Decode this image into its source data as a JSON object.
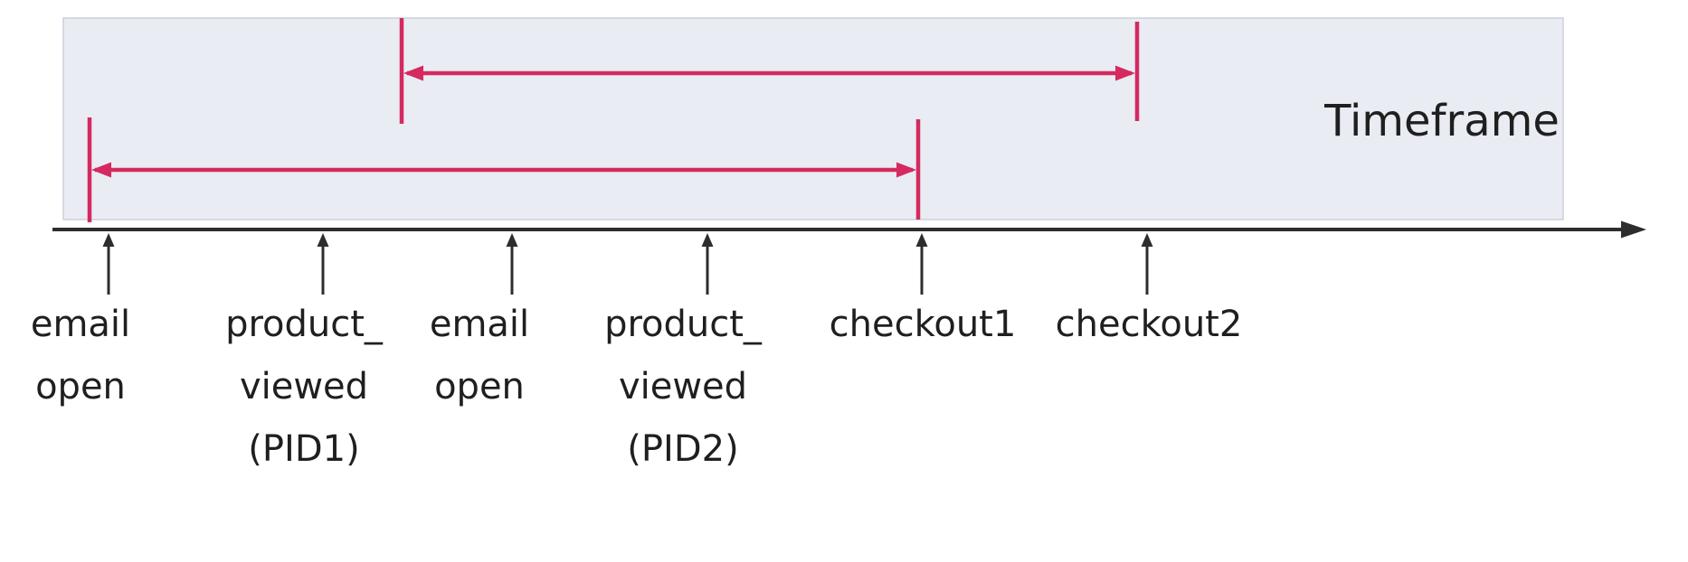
{
  "diagram": {
    "type": "event-timeline",
    "timeframe_label": "Timeframe"
  },
  "events": [
    {
      "id": "email-open-1",
      "lines": [
        "email",
        "open"
      ]
    },
    {
      "id": "product-viewed-pid1",
      "lines": [
        "product_",
        "viewed",
        "(PID1)"
      ]
    },
    {
      "id": "email-open-2",
      "lines": [
        "email",
        "open"
      ]
    },
    {
      "id": "product-viewed-pid2",
      "lines": [
        "product_",
        "viewed",
        "(PID2)"
      ]
    },
    {
      "id": "checkout1",
      "lines": [
        "checkout1"
      ]
    },
    {
      "id": "checkout2",
      "lines": [
        "checkout2"
      ]
    }
  ],
  "ranges": [
    {
      "id": "timeframe-range-upper",
      "end_aligned_with": "checkout2"
    },
    {
      "id": "timeframe-range-lower",
      "start_aligned_with": "email open (first)",
      "end_aligned_with": "checkout1"
    }
  ],
  "colors": {
    "accent": "#d5295f",
    "panel_fill": "#e9ecf3",
    "panel_border": "#ccd1da",
    "axis": "#2d2d2d",
    "text": "#1f1f1f"
  }
}
